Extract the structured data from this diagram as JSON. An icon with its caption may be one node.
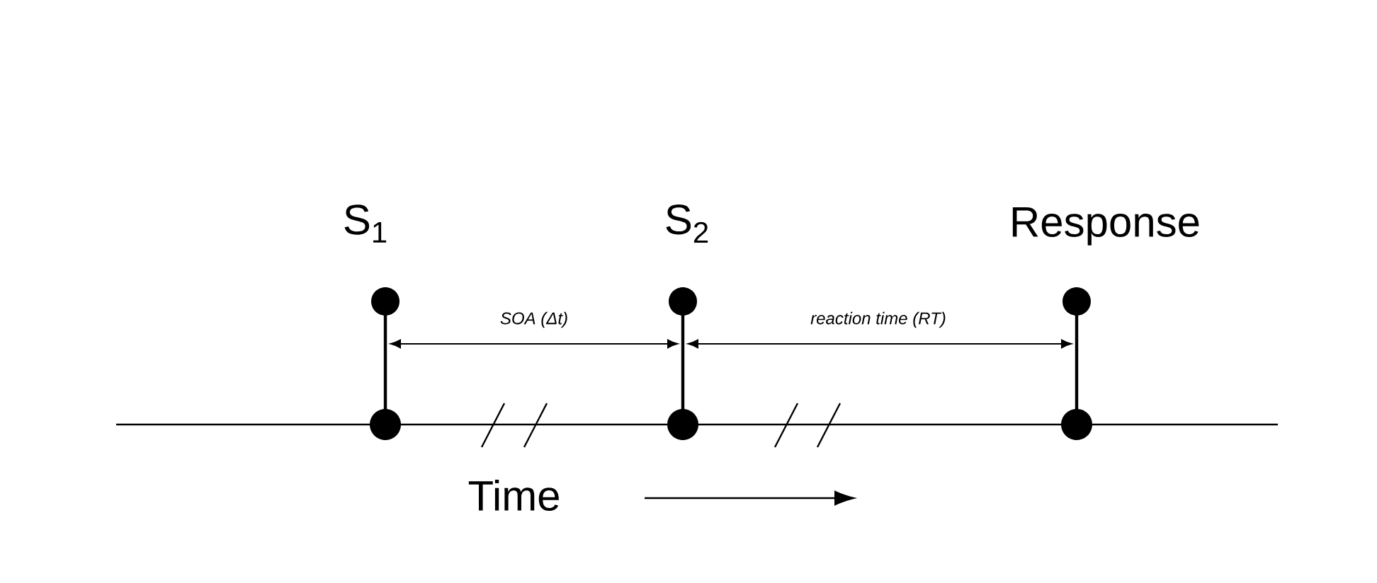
{
  "diagram": {
    "labels": [
      "S$_{1}$",
      "S$_{2}$",
      "Response",
      "SOA (Δt)",
      "reaction time (RT)",
      "Time"
    ]
  }
}
